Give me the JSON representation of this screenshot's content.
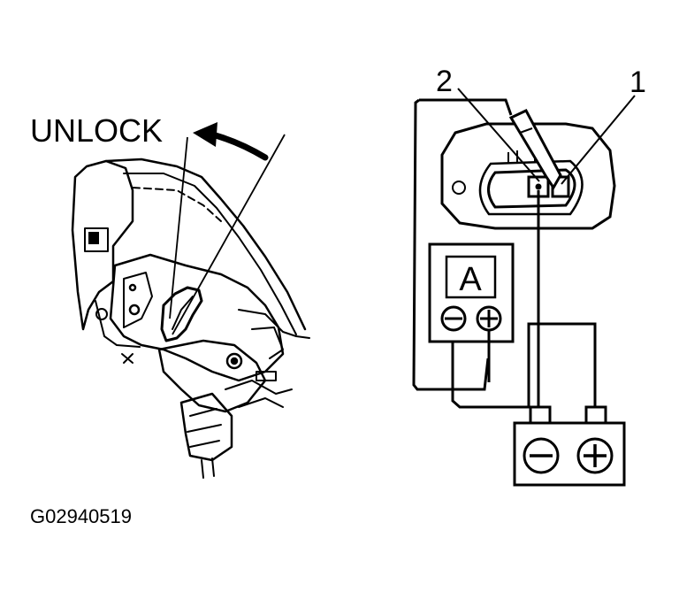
{
  "labels": {
    "unlock": "UNLOCK",
    "terminal_1": "1",
    "terminal_2": "2",
    "ammeter": "A",
    "meter_minus": "−",
    "meter_plus": "+",
    "battery_minus": "−",
    "battery_plus": "+",
    "figure_id": "G02940519"
  },
  "colors": {
    "ink": "#000000",
    "paper": "#ffffff"
  }
}
